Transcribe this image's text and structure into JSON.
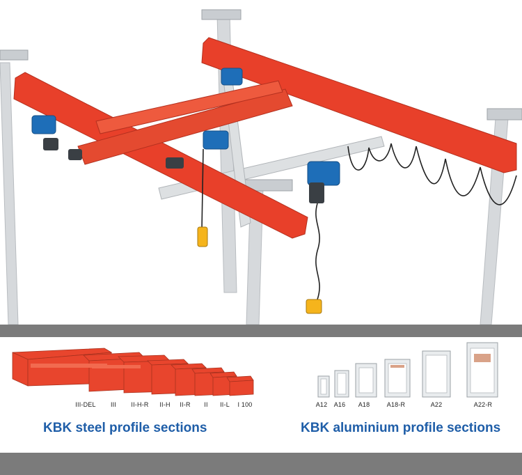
{
  "steel": {
    "caption": "KBK steel profile sections",
    "labels": [
      "III-DEL",
      "III",
      "II-H-R",
      "II-H",
      "II-R",
      "II",
      "II-L",
      "I 100"
    ]
  },
  "aluminium": {
    "caption": "KBK aluminium profile sections",
    "labels": [
      "A12",
      "A16",
      "A18",
      "A18-R",
      "A22",
      "A22-R"
    ]
  },
  "colors": {
    "beam": "#e8402a",
    "frame": "#cfd3d6",
    "hoist": "#1e6eb8",
    "caption": "#1f5ea8",
    "band": "#7b7b7b"
  }
}
